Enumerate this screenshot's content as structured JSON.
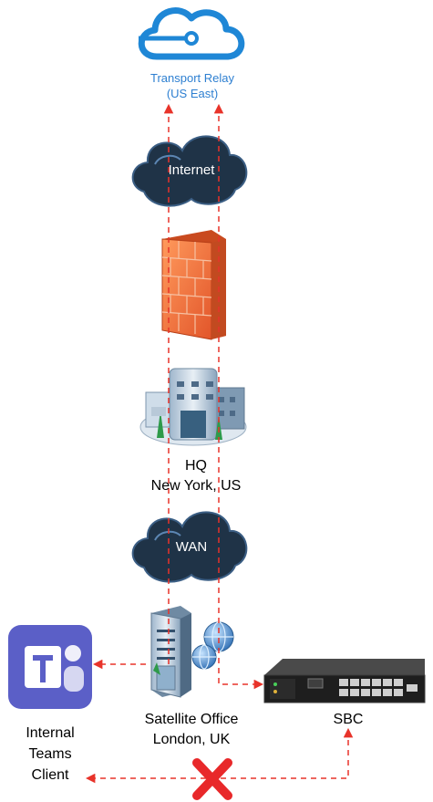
{
  "relay": {
    "line1": "Transport Relay",
    "line2": "(US East)"
  },
  "internet": {
    "label": "Internet"
  },
  "hq": {
    "line1": "HQ",
    "line2": "New York, US"
  },
  "wan": {
    "label": "WAN"
  },
  "office": {
    "line1": "Satellite Office",
    "line2": "London, UK"
  },
  "sbc": {
    "label": "SBC"
  },
  "client": {
    "line1": "Internal",
    "line2": "Teams",
    "line3": "Client"
  },
  "colors": {
    "flow": "#e8332a",
    "cloud_dark": "#1f3347",
    "azure": "#1f87d6",
    "teams": "#5b5fc7",
    "firewall": "#f07a3a"
  }
}
